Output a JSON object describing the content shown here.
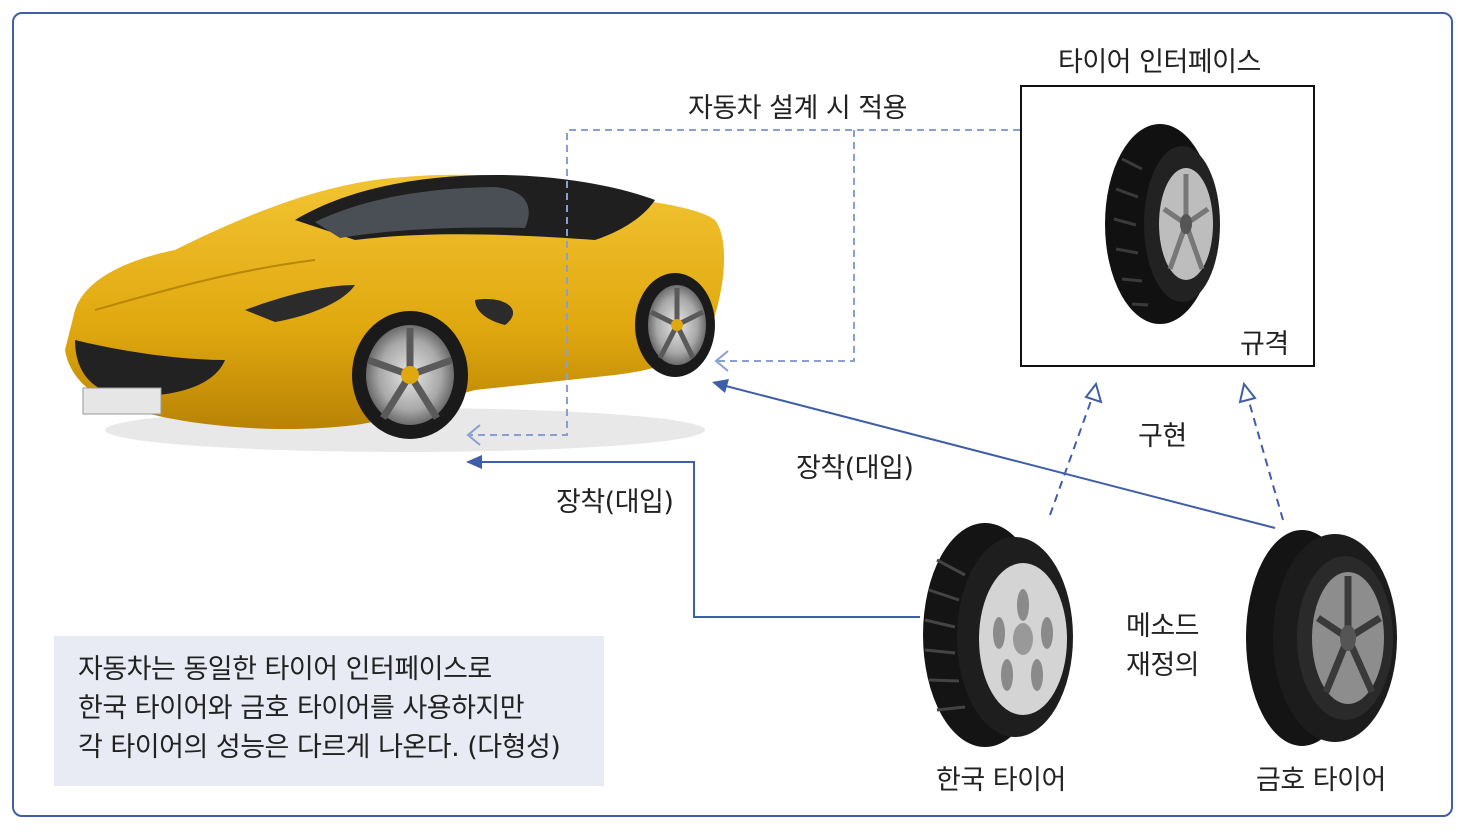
{
  "interface_box": {
    "title": "타이어 인터페이스",
    "spec_label": "규격"
  },
  "labels": {
    "apply_in_design": "자동차 설계 시 적용",
    "implement": "구현",
    "override": [
      "메소드",
      "재정의"
    ],
    "mount_left": "장착(대입)",
    "mount_center": "장착(대입)"
  },
  "tires": {
    "hankook": "한국 타이어",
    "kumho": "금호 타이어"
  },
  "note": {
    "lines": [
      "자동차는 동일한 타이어 인터페이스로",
      "한국 타이어와 금호 타이어를 사용하지만",
      "각 타이어의 성능은 다르게 나온다. (다형성)"
    ]
  },
  "colors": {
    "frame": "#3f5ea8",
    "arrow": "#3f5ea8",
    "dashed_arrow": "#8a9fd0",
    "car_body": "#e8b418",
    "note_bg": "#e8ebf3"
  },
  "icons": {
    "car": "yellow-sports-car-icon",
    "tire": "tire-icon"
  }
}
